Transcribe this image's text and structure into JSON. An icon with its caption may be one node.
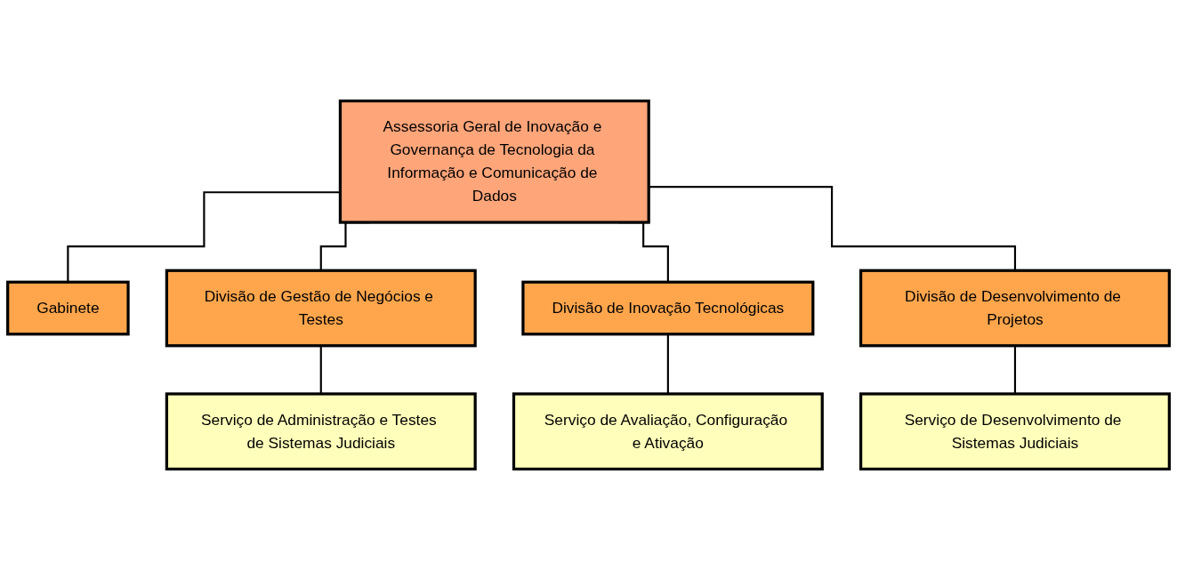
{
  "diagram": {
    "nodes": [
      {
        "text": [
          "Assessoria Geral de Inovação e Governança de Tecnologia da Informação e Comunicação de Dados"
        ]
      },
      {
        "text": [
          "Gabinete"
        ]
      },
      {
        "text": [
          "Divisão de Gestão de Negócios e Testes"
        ]
      },
      {
        "text": [
          "Divisão de Inovação Tecnológicas"
        ]
      },
      {
        "text": [
          "Divisão de Desenvolvimento de Projetos"
        ]
      },
      {
        "text": [
          "Serviço de Administração e Testes de Sistemas Judiciais"
        ]
      },
      {
        "text": [
          "Serviço de Avaliação, Configuração e Ativação"
        ]
      },
      {
        "text": [
          "Serviço de Desenvolvimento de Sistemas Judiciais"
        ]
      }
    ],
    "edges": [
      {
        "from": 0,
        "to": 1,
        "arrow": "none"
      },
      {
        "from": 0,
        "to": 2,
        "arrow": "none"
      },
      {
        "from": 0,
        "to": 3,
        "arrow": "none"
      },
      {
        "from": 0,
        "to": 4,
        "arrow": "none"
      },
      {
        "from": 2,
        "to": 5,
        "arrow": "none"
      },
      {
        "from": 3,
        "to": 6,
        "arrow": "none"
      },
      {
        "from": 4,
        "to": 7,
        "arrow": "none"
      }
    ]
  }
}
